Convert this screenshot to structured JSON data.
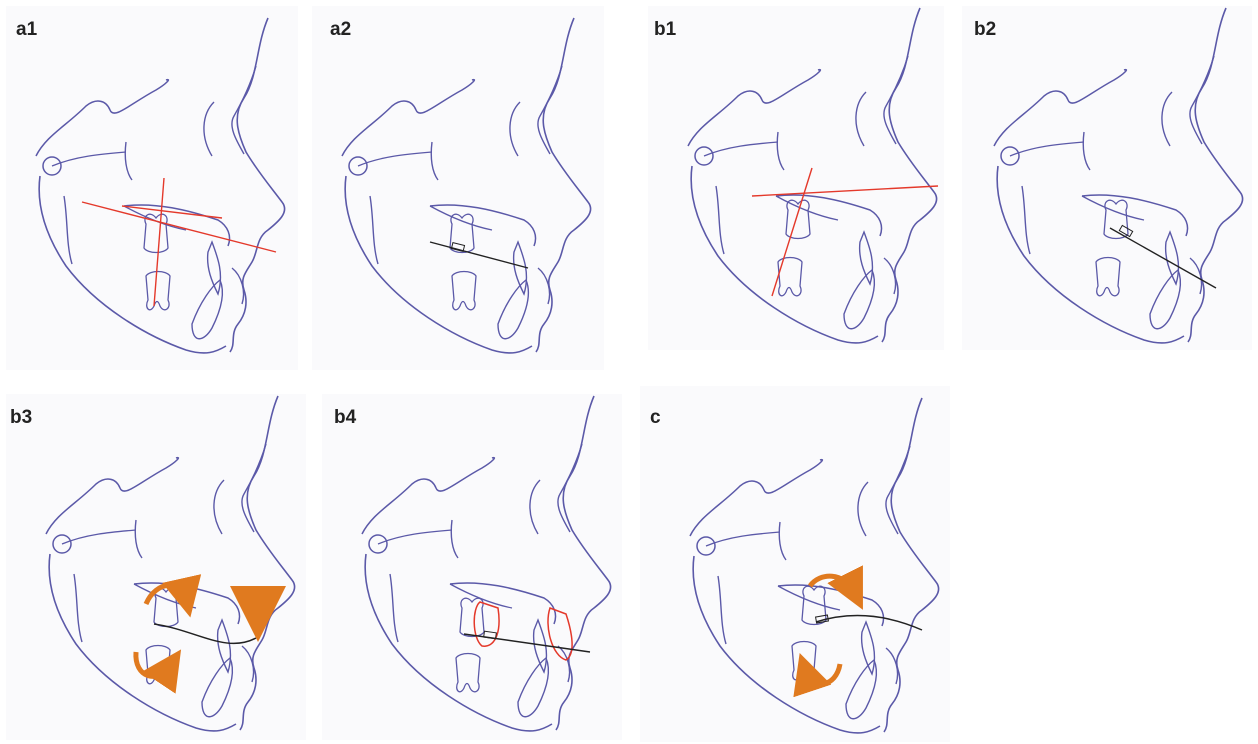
{
  "panels": [
    {
      "label": "a1"
    },
    {
      "label": "a2"
    },
    {
      "label": "b1"
    },
    {
      "label": "b2"
    },
    {
      "label": "b3"
    },
    {
      "label": "b4"
    },
    {
      "label": "c"
    }
  ],
  "colors": {
    "outline": "#5b59a8",
    "reference_line": "#e4392b",
    "archwire": "#222222",
    "arrow": "#e07a1f",
    "highlight_tooth": "#e4392b"
  }
}
